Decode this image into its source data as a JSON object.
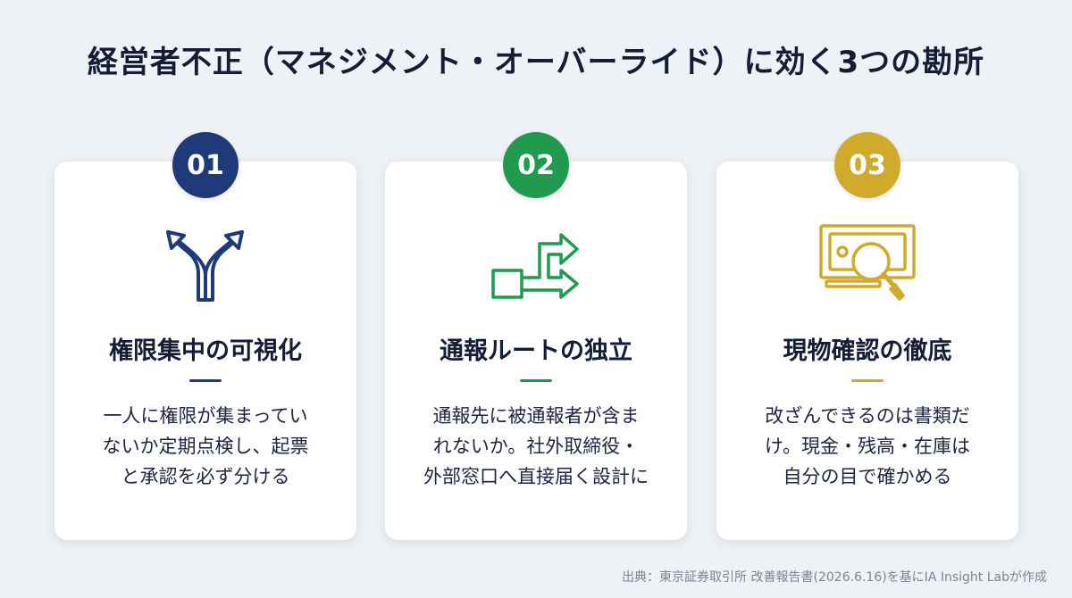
{
  "title": "経営者不正（マネジメント・オーバーライド）に効く3つの勘所",
  "colors": {
    "card1": "#1e3a78",
    "card2": "#1f9a4f",
    "card3": "#d0aa2a"
  },
  "cards": [
    {
      "number": "01",
      "icon": "split-arrows-icon",
      "title": "権限集中の可視化",
      "lines": [
        "一人に権限が集まってい",
        "ないか定期点検し、起票",
        "と承認を必ず分ける"
      ]
    },
    {
      "number": "02",
      "icon": "route-arrows-icon",
      "title": "通報ルートの独立",
      "lines": [
        "通報先に被通報者が含ま",
        "れないか。社外取締役・",
        "外部窓口へ直接届く設計に"
      ]
    },
    {
      "number": "03",
      "icon": "money-magnifier-icon",
      "title": "現物確認の徹底",
      "lines": [
        "改ざんできるのは書類だ",
        "け。現金・残高・在庫は",
        "自分の目で確かめる"
      ]
    }
  ],
  "footer": "出典：東京証券取引所 改善報告書(2026.6.16)を基にIA Insight Labが作成"
}
